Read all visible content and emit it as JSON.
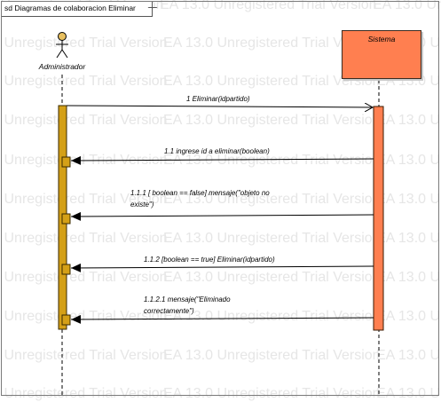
{
  "frame": {
    "label": "sd Diagramas de colaboracion Eliminar"
  },
  "watermark": {
    "text": "EA 13.0 Unregistered Trial Version"
  },
  "actor": {
    "name": "Administrador"
  },
  "lifeline": {
    "name": "Sistema",
    "color": "#ff7f50"
  },
  "activation_colors": {
    "actor": "#d4a017",
    "system": "#ff7f50"
  },
  "messages": [
    {
      "label": "1 Eliminar(idpartido)"
    },
    {
      "label": "1.1 ingrese id a eliminar(boolean)"
    },
    {
      "line1": "1.1.1 [ boolean == false] mensaje(\"objeto no",
      "line2": "existe\")"
    },
    {
      "label": "1.1.2 [boolean == true] Eliminar(idpartido)"
    },
    {
      "line1": "1.1.2.1 mensaje(\"Eliminado",
      "line2": "correctamente\")"
    }
  ]
}
